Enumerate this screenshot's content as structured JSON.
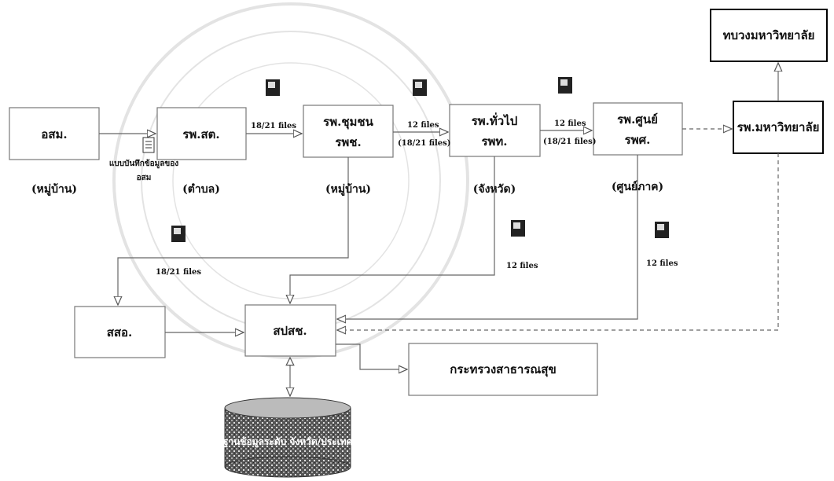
{
  "nodes": {
    "osm": "อสม.",
    "rpsot": "รพ.สต.",
    "community_hospital": "รพ.ชุมชน",
    "community_hospital_abbr": "รพช.",
    "general_hospital": "รพ.ทั่วไป",
    "general_hospital_abbr": "รพท.",
    "center_hospital": "รพ.ศูนย์",
    "center_hospital_abbr": "รพศ.",
    "university_hospital": "รพ.มหาวิทยาลัย",
    "ministry_university": "ทบวงมหาวิทยาลัย",
    "district_office": "สสอ.",
    "provincial_office": "สปสช.",
    "ministry_health": "กระทรวงสาธารณสุข",
    "database": "ฐานข้อมูลระดับ จังหวัด/ประเทศ"
  },
  "captions": {
    "village_1": "(หมู่บ้าน)",
    "subdistrict": "(ตำบล)",
    "village_2": "(หมู่บ้าน)",
    "province": "(จังหวัด)",
    "region": "(ศูนย์ภาค)",
    "osm_form_line1": "แบบบันทึกข้อมูลของ",
    "osm_form_line2": "อสม"
  },
  "flow_labels": {
    "f1": "18/21 files",
    "f2": "12 files",
    "f2b": "(18/21 files)",
    "f3": "12 files",
    "f3b": "(18/21 files)",
    "f4": "18/21 files",
    "f5": "12 files",
    "f6": "12 files"
  }
}
